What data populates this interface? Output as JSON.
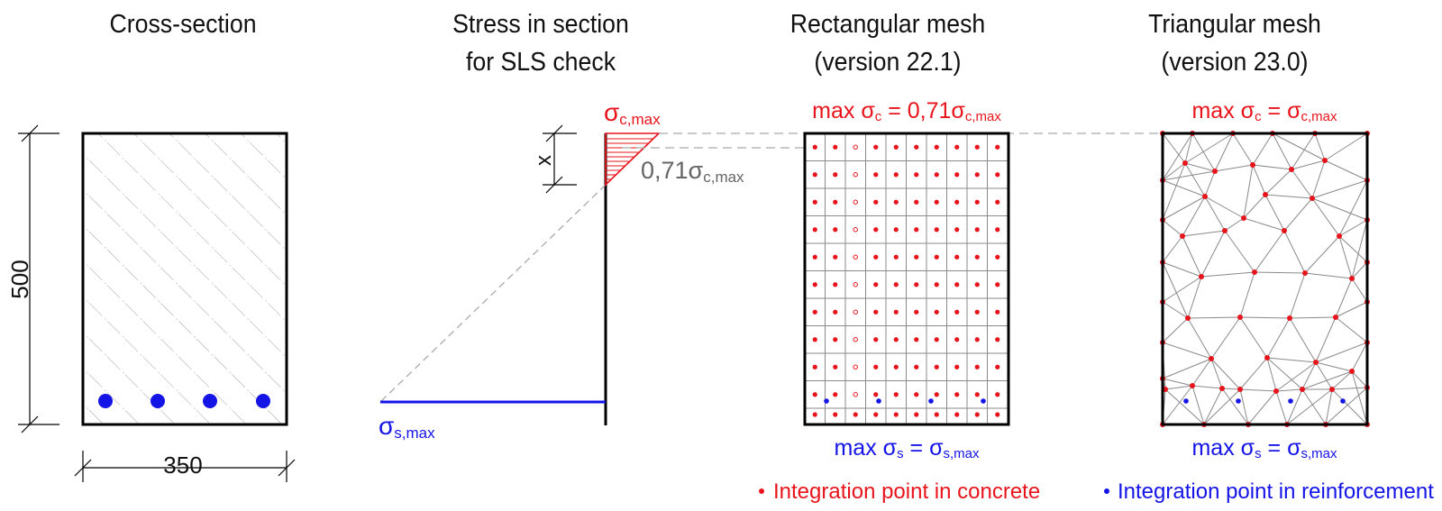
{
  "titles": {
    "cross_section": "Cross-section",
    "stress_line1": "Stress in section",
    "stress_line2": "for SLS check",
    "rect_line1": "Rectangular mesh",
    "rect_line2": "(version 22.1)",
    "tri_line1": "Triangular  mesh",
    "tri_line2": "(version 23.0)"
  },
  "dimensions": {
    "height": "500",
    "width": "350"
  },
  "stress": {
    "sigma_c": "σ",
    "sigma_c_sub": "c,max",
    "x_label": "x",
    "reduced_value": "0,71σ",
    "reduced_sub": "c,max",
    "sigma_s": "σ",
    "sigma_s_sub": "s,max"
  },
  "rect_mesh": {
    "top_prefix": "max σ",
    "top_sub1": "c",
    "top_mid": " = 0,71σ",
    "top_sub2": "c,max",
    "bottom_prefix": "max σ",
    "bottom_sub1": "s",
    "bottom_mid": " = σ",
    "bottom_sub2": "s,max"
  },
  "tri_mesh": {
    "top_prefix": "max σ",
    "top_sub1": "c",
    "top_mid": " = σ",
    "top_sub2": "c,max",
    "bottom_prefix": "max σ",
    "bottom_sub1": "s",
    "bottom_mid": " = σ",
    "bottom_sub2": "s,max"
  },
  "legend": {
    "concrete": "Integration point in concrete",
    "reinforcement": "Integration point in reinforcement"
  },
  "colors": {
    "concrete_red": "#e8141c",
    "steel_blue": "#1414e6",
    "outline": "#000000",
    "grey_text": "#666666"
  }
}
